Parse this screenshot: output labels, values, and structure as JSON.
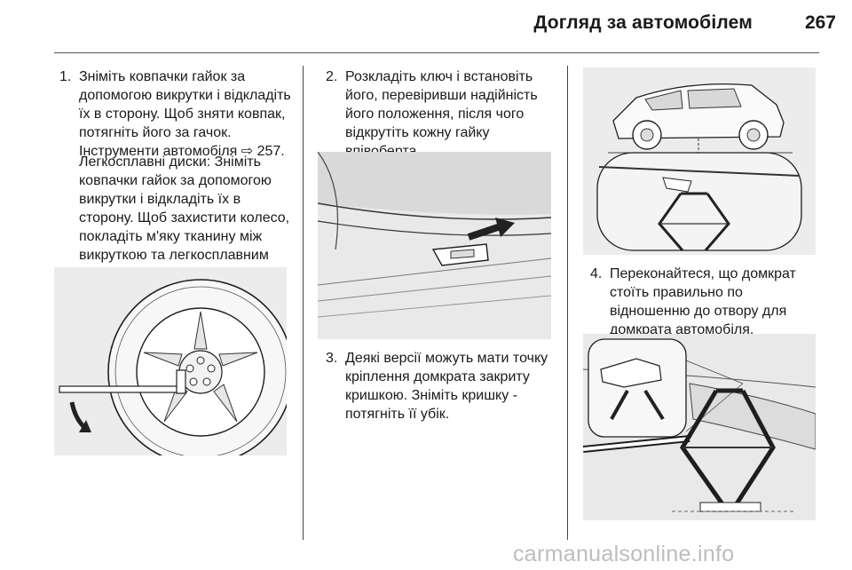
{
  "header": {
    "title": "Догляд за автомобілем",
    "page_number": "267"
  },
  "column1": {
    "step1_num": "1.",
    "step1_text": "Зніміть ковпачки гайок за допомогою викрутки і відкладіть їх в сторону. Щоб зняти ковпак, потягніть його за гачок. Інструменти автомобіля ⇨ 257.",
    "step1_para": "Легкосплавні диски: Зніміть ковпачки гайок за допомогою викрутки і відкладіть їх в сторону. Щоб захистити колесо, покладіть м'яку тканину між викруткою та легкосплавним диском."
  },
  "column2": {
    "step2_num": "2.",
    "step2_text": "Розкладіть ключ і встановіть його, перевіривши надійність його положення, після чого відкрутіть кожну гайку впівоберта.",
    "step3_num": "3.",
    "step3_text": "Деякі версії можуть мати точку кріплення домкрата закриту кришкою. Зніміть кришку - потягніть її убік."
  },
  "column3": {
    "step4_num": "4.",
    "step4_text": "Переконайтеся, що домкрат стоїть правильно по відношенню до отвору для домкрата автомобіля."
  },
  "watermark": "carmanualsonline.info",
  "colors": {
    "figure_bg": "#ececec",
    "line_art": "#1e1e1e",
    "watermark": "#bdbdbd"
  }
}
